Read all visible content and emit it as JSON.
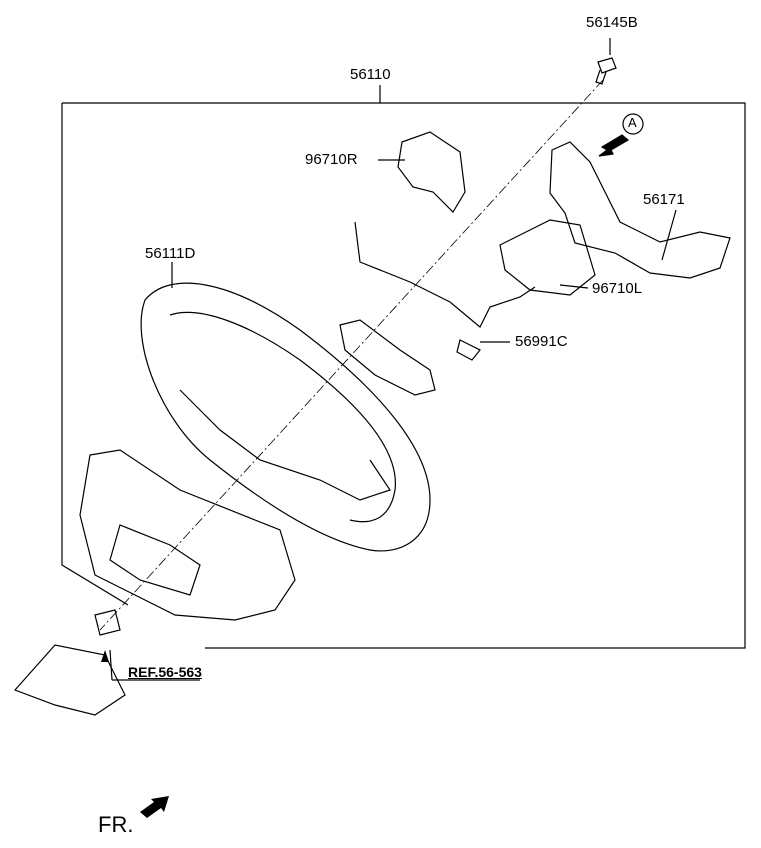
{
  "labels": {
    "bolt": "56145B",
    "assembly": "56110",
    "view_marker": "A",
    "switch_right": "96710R",
    "cover": "56171",
    "wheel": "56111D",
    "switch_left": "96710L",
    "harness": "56991C",
    "reference": "REF.56-563",
    "front": "FR."
  }
}
